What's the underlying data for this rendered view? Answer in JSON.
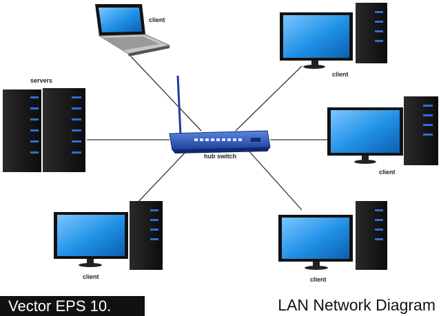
{
  "labels": {
    "servers": "servers",
    "hub_switch": "hub switch",
    "client_laptop": "client",
    "client_top_right": "client",
    "client_mid_right": "client",
    "client_bottom_left": "client",
    "client_bottom_right": "client"
  },
  "footer": {
    "left": "Vector EPS 10.",
    "right": "LAN Network Diagram"
  },
  "colors": {
    "screen": "#1e90e6",
    "screen_edge": "#0a4f8f",
    "device_body": "#1a1a1a",
    "switch": "#2250b8",
    "cable": "#333333"
  }
}
